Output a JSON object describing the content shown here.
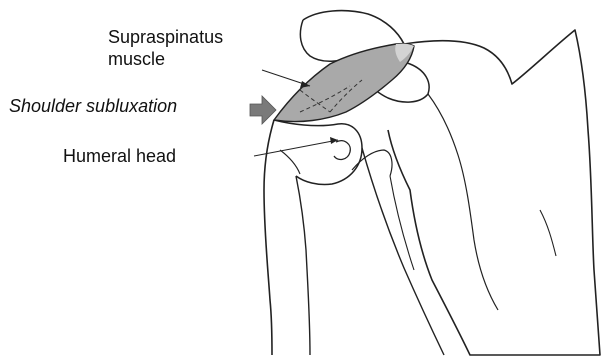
{
  "diagram": {
    "labels": {
      "supraspinatus_line1": "Supraspinatus",
      "supraspinatus_line2": "muscle",
      "shoulder_subluxation": "Shoulder subluxation",
      "humeral_head": "Humeral head"
    },
    "colors": {
      "muscle_fill": "#a9a9a9",
      "muscle_highlight": "#d3d3d3",
      "arrow_fill": "#7a7a7a",
      "line": "#222222"
    }
  }
}
